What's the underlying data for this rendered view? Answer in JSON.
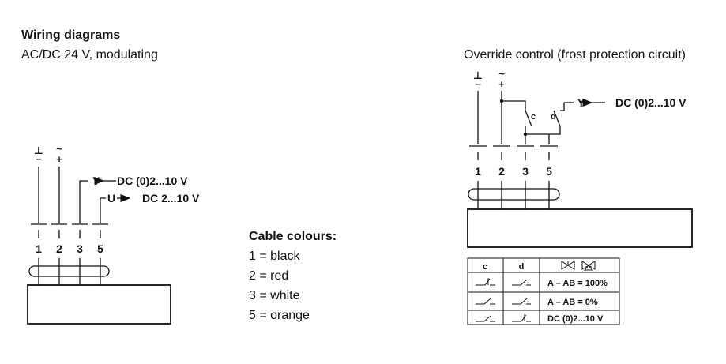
{
  "header": {
    "title": "Wiring diagrams",
    "subtitle": "AC/DC 24 V, modulating"
  },
  "left_diagram": {
    "supply_symbols": {
      "ground": "⊥",
      "minus": "−",
      "tilde": "~",
      "plus": "+"
    },
    "terminals": [
      "1",
      "2",
      "3",
      "5"
    ],
    "signal_y": {
      "letter": "Y",
      "text": "DC (0)2...10 V"
    },
    "signal_u": {
      "letter": "U",
      "text": "DC 2...10 V"
    }
  },
  "cable_colours": {
    "title": "Cable colours:",
    "items": [
      "1 = black",
      "2 = red",
      "3 = white",
      "5 = orange"
    ]
  },
  "override": {
    "title": "Override control (frost protection circuit)",
    "terminals": [
      "1",
      "2",
      "3",
      "5"
    ],
    "signal_y": {
      "letter": "Y",
      "text": "DC (0)2...10 V"
    },
    "switch_c": "c",
    "switch_d": "d",
    "table": {
      "headers": [
        "c",
        "d"
      ],
      "rows": [
        {
          "result": "A – AB = 100%"
        },
        {
          "result": "A – AB = 0%"
        },
        {
          "result": "DC (0)2...10 V"
        }
      ]
    }
  }
}
